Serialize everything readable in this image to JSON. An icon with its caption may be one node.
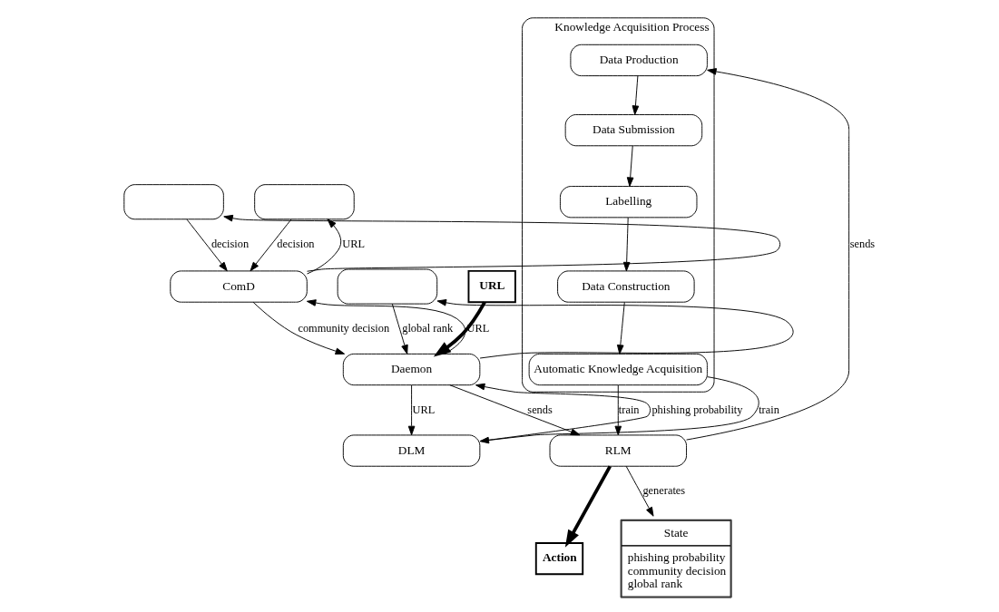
{
  "diagram": {
    "nodes": [
      {
        "text": [],
        "shape": "box"
      },
      {
        "text": [],
        "shape": "box"
      },
      {
        "text": [
          "ComD"
        ]
      },
      {
        "text": [],
        "shape": "box"
      },
      {
        "text": [
          "Action"
        ]
      },
      {
        "text": [
          "URL"
        ]
      },
      {
        "text": [
          "Daemon"
        ]
      },
      {
        "text": [
          "RLM"
        ]
      },
      {
        "text": [
          "State",
          "phishing probability",
          "community decision",
          "global rank"
        ]
      },
      {
        "text": [
          "DLM"
        ]
      },
      {
        "text": [
          "Knowledge Acquisition Process"
        ]
      },
      {
        "text": [
          "Data Production"
        ],
        "in": 10
      },
      {
        "text": [
          "Data Submission"
        ],
        "in": 10
      },
      {
        "text": [
          "Labelling"
        ],
        "in": 10
      },
      {
        "text": [
          "Data Construction"
        ],
        "in": 10
      },
      {
        "text": [
          "Automatic Knowledge Acquisition"
        ],
        "in": 10
      }
    ],
    "edges": [
      {
        "from": 2,
        "to": 0,
        "arrow": "to",
        "label": "URL"
      },
      {
        "from": 2,
        "to": 1,
        "arrow": "to"
      },
      {
        "from": 0,
        "to": 2,
        "arrow": "to",
        "label": "decision"
      },
      {
        "from": 1,
        "to": 2,
        "arrow": "to",
        "label": "decision"
      },
      {
        "from": 6,
        "to": 2,
        "arrow": "to",
        "label": "URL"
      },
      {
        "from": 6,
        "to": 3,
        "arrow": "to"
      },
      {
        "from": 2,
        "to": 6,
        "arrow": "to",
        "label": "community decision"
      },
      {
        "from": 3,
        "to": 6,
        "arrow": "to",
        "label": "global rank"
      },
      {
        "from": 5,
        "to": 6,
        "arrow": "to",
        "style": "thick"
      },
      {
        "from": 6,
        "to": 7,
        "arrow": "to",
        "label": "sends"
      },
      {
        "from": 7,
        "to": 4,
        "arrow": "to",
        "style": "thick"
      },
      {
        "from": 7,
        "to": 8,
        "arrow": "to",
        "label": "generates"
      },
      {
        "from": 6,
        "to": 9,
        "arrow": "to",
        "label": "URL"
      },
      {
        "from": 9,
        "to": 6,
        "arrow": "to",
        "label": "phishing probability"
      },
      {
        "from": 7,
        "to": 11,
        "arrow": "to",
        "label": "sends"
      },
      {
        "from": 11,
        "to": 12,
        "arrow": "to"
      },
      {
        "from": 12,
        "to": 13,
        "arrow": "to"
      },
      {
        "from": 13,
        "to": 14,
        "arrow": "to"
      },
      {
        "from": 14,
        "to": 15,
        "arrow": "to"
      },
      {
        "from": 15,
        "to": 9,
        "arrow": "to",
        "label": "train"
      },
      {
        "from": 15,
        "to": 7,
        "arrow": "to",
        "label": "train"
      }
    ]
  }
}
